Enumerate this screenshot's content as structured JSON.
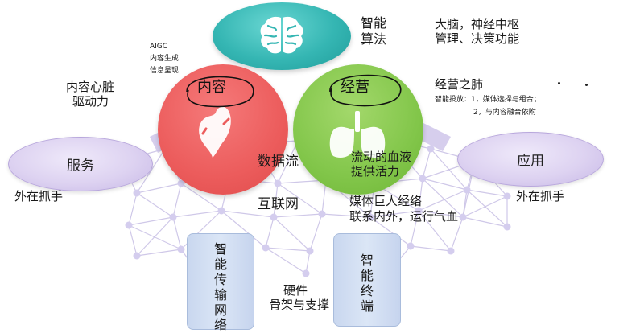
{
  "colors": {
    "brain": "#35b6b3",
    "content": "#ec5c5c",
    "operation": "#82c64a",
    "oval": "#ddd2f1",
    "pillar": "#d3dff3",
    "network": "#c4bbe3"
  },
  "icons": {
    "brain": "brain-icon",
    "heart": "heart-icon",
    "lungs": "lungs-icon"
  },
  "top": {
    "title_line1": "智能",
    "title_line2": "算法",
    "desc_line1": "大脑，神经中枢",
    "desc_line2": "管理、决策功能"
  },
  "aigc": {
    "line1": "AIGC",
    "line2": "内容生成",
    "line3": "信息呈现"
  },
  "content": {
    "label": "内容",
    "note_line1": "内容心脏",
    "note_line2": "驱动力"
  },
  "operation": {
    "label": "经营",
    "note_title": "经营之肺",
    "note_line1": "智能投放：1，媒体选择与组合；",
    "note_line2": "2，与内容融合依附"
  },
  "service": {
    "label": "服务",
    "caption": "外在抓手"
  },
  "application": {
    "label": "应用",
    "caption": "外在抓手"
  },
  "dataflow": {
    "label": "数据流",
    "desc_line1": "流动的血液",
    "desc_line2": "提供活力"
  },
  "internet": {
    "label": "互联网",
    "desc_line1": "媒体巨人经络",
    "desc_line2": "联系内外，运行气血"
  },
  "pillars": {
    "left": [
      "智",
      "能",
      "传",
      "输",
      "网",
      "络"
    ],
    "right": [
      "智",
      "能",
      "终",
      "端"
    ]
  },
  "hardware": {
    "line1": "硬件",
    "line2": "骨架与支撑"
  }
}
